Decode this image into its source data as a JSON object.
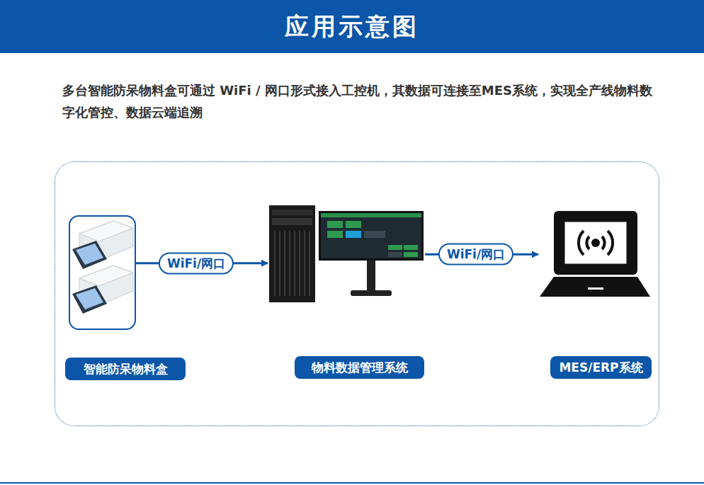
{
  "diagram": {
    "title": "应用示意图",
    "nodes": [
      {
        "text": [
          "智能防呆物料盒"
        ]
      },
      {
        "text": [
          "物料数据管理系统"
        ]
      },
      {
        "text": [
          "MES/ERP系统"
        ]
      }
    ],
    "edges": [
      {
        "from": 0,
        "to": 1,
        "label": "WiFi/网口",
        "arrow": "to"
      },
      {
        "from": 1,
        "to": 2,
        "label": "WiFi/网口",
        "arrow": "to"
      }
    ],
    "labels": [
      "多台智能防呆物料盒可通过 WiFi / 网口形式接入工控机，其数据可连接至MES系统，实现全产线物料数字化管控、数据云端追溯"
    ]
  }
}
